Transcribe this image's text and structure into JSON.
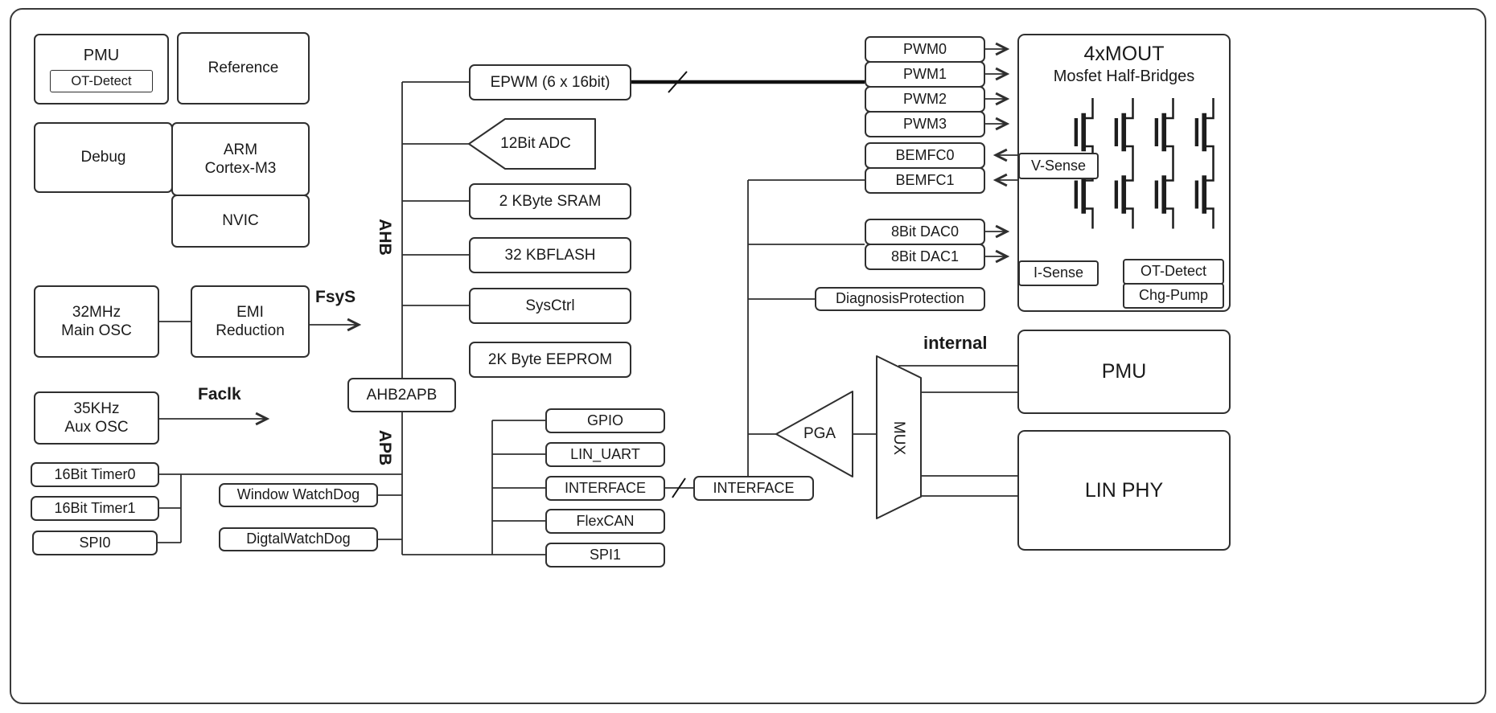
{
  "colors": {
    "line": "#2f2f2f",
    "box_border": "#2f2f2f",
    "background": "#ffffff",
    "text": "#1a1a1a"
  },
  "nodes": {
    "pmu_left": "PMU",
    "ot_detect_left": "OT-Detect",
    "reference": "Reference",
    "debug": "Debug",
    "arm_line1": "ARM",
    "arm_line2": "Cortex-M3",
    "nvic": "NVIC",
    "main_osc_line1": "32MHz",
    "main_osc_line2": "Main OSC",
    "emi_line1": "EMI",
    "emi_line2": "Reduction",
    "fsys": "FsyS",
    "aux_osc_line1": "35KHz",
    "aux_osc_line2": "Aux OSC",
    "faclk": "Faclk",
    "timer0": "16Bit Timer0",
    "timer1": "16Bit Timer1",
    "spi0": "SPI0",
    "ahb": "AHB",
    "apb": "APB",
    "epwm": "EPWM (6 x 16bit)",
    "adc": "12Bit ADC",
    "sram": "2 KByte SRAM",
    "flash": "32 KBFLASH",
    "sysctrl": "SysCtrl",
    "eeprom": "2K Byte EEPROM",
    "ahb2apb": "AHB2APB",
    "window_watchdog": "Window WatchDog",
    "digital_watchdog": "DigtalWatchDog",
    "gpio": "GPIO",
    "lin_uart": "LIN_UART",
    "interface_left": "INTERFACE",
    "flexcan": "FlexCAN",
    "spi1": "SPI1",
    "interface_right": "INTERFACE",
    "pwm0": "PWM0",
    "pwm1": "PWM1",
    "pwm2": "PWM2",
    "pwm3": "PWM3",
    "bemfc0": "BEMFC0",
    "bemfc1": "BEMFC1",
    "dac0": "8Bit DAC0",
    "dac1": "8Bit DAC1",
    "diagnosis": "DiagnosisProtection",
    "mout_line1": "4xMOUT",
    "mout_line2": "Mosfet Half-Bridges",
    "v_sense": "V-Sense",
    "i_sense": "I-Sense",
    "ot_detect_right": "OT-Detect",
    "chg_pump": "Chg-Pump",
    "pga": "PGA",
    "mux": "MUX",
    "internal": "internal",
    "pmu_right": "PMU",
    "lin_phy": "LIN PHY"
  }
}
